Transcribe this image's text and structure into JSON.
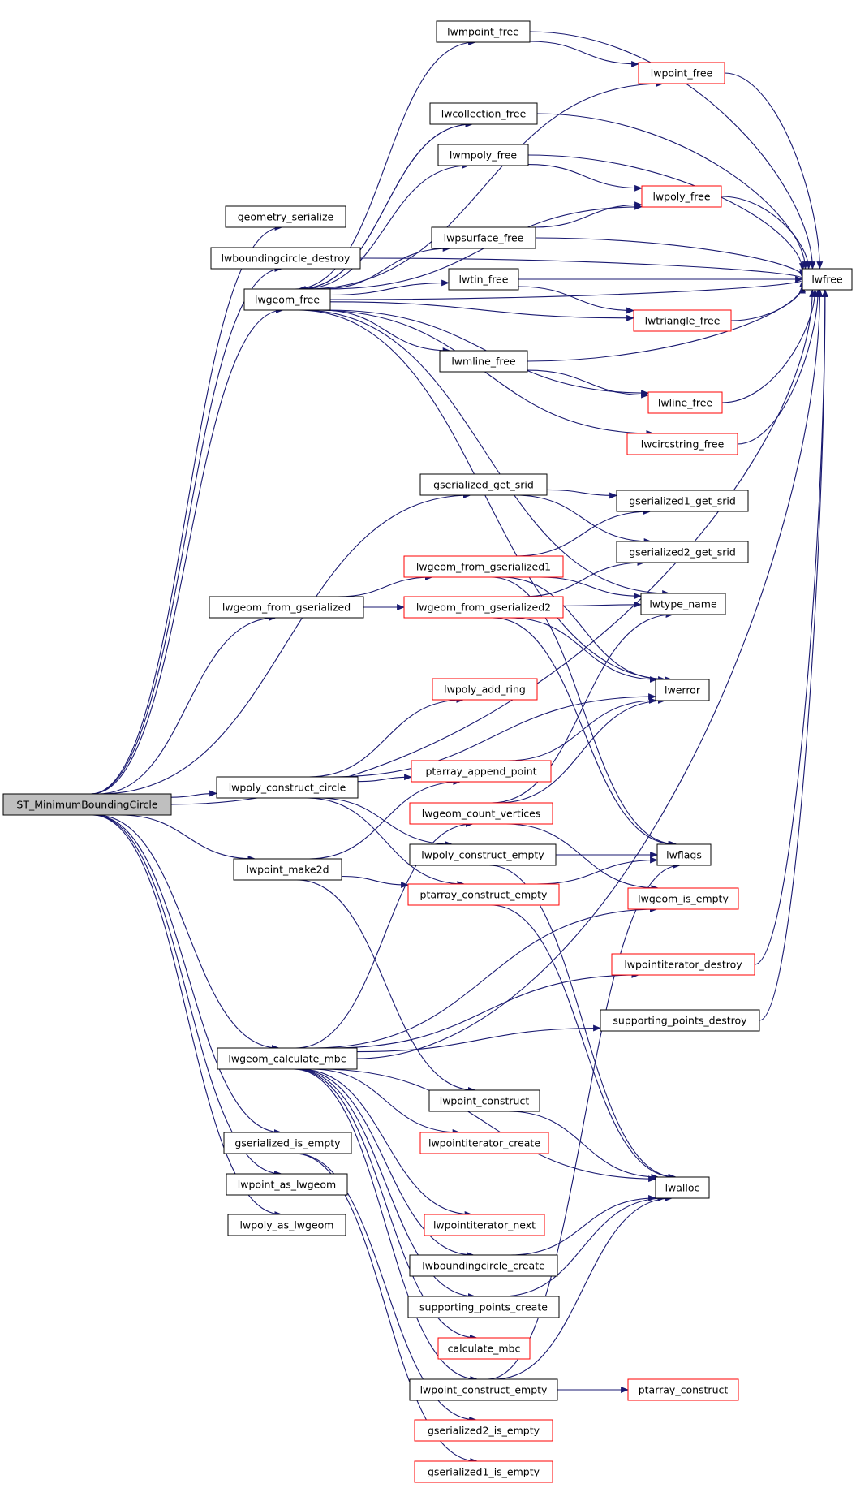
{
  "colors": {
    "edge": "#191970",
    "border_normal": "#000000",
    "border_truncated": "#ff0000",
    "root_fill": "#bfbfbf",
    "node_fill": "#ffffff"
  },
  "nodes": [
    {
      "id": "root",
      "label": "ST_MinimumBoundingCircle",
      "style": "root"
    },
    {
      "id": "geometry_serialize",
      "label": "geometry_serialize",
      "style": "normal"
    },
    {
      "id": "lwboundingcircle_destroy",
      "label": "lwboundingcircle_destroy",
      "style": "normal"
    },
    {
      "id": "lwgeom_free",
      "label": "lwgeom_free",
      "style": "normal"
    },
    {
      "id": "lwmpoint_free",
      "label": "lwmpoint_free",
      "style": "normal"
    },
    {
      "id": "lwpoint_free",
      "label": "lwpoint_free",
      "style": "truncated"
    },
    {
      "id": "lwcollection_free",
      "label": "lwcollection_free",
      "style": "normal"
    },
    {
      "id": "lwmpoly_free",
      "label": "lwmpoly_free",
      "style": "normal"
    },
    {
      "id": "lwpoly_free",
      "label": "lwpoly_free",
      "style": "truncated"
    },
    {
      "id": "lwpsurface_free",
      "label": "lwpsurface_free",
      "style": "normal"
    },
    {
      "id": "lwtin_free",
      "label": "lwtin_free",
      "style": "normal"
    },
    {
      "id": "lwfree",
      "label": "lwfree",
      "style": "normal"
    },
    {
      "id": "lwtriangle_free",
      "label": "lwtriangle_free",
      "style": "truncated"
    },
    {
      "id": "lwmline_free",
      "label": "lwmline_free",
      "style": "normal"
    },
    {
      "id": "lwline_free",
      "label": "lwline_free",
      "style": "truncated"
    },
    {
      "id": "lwcircstring_free",
      "label": "lwcircstring_free",
      "style": "truncated"
    },
    {
      "id": "gserialized_get_srid",
      "label": "gserialized_get_srid",
      "style": "normal"
    },
    {
      "id": "gserialized1_get_srid",
      "label": "gserialized1_get_srid",
      "style": "normal"
    },
    {
      "id": "gserialized2_get_srid",
      "label": "gserialized2_get_srid",
      "style": "normal"
    },
    {
      "id": "lwgeom_from_gserialized",
      "label": "lwgeom_from_gserialized",
      "style": "normal"
    },
    {
      "id": "lwgeom_from_gserialized1",
      "label": "lwgeom_from_gserialized1",
      "style": "truncated"
    },
    {
      "id": "lwgeom_from_gserialized2",
      "label": "lwgeom_from_gserialized2",
      "style": "truncated"
    },
    {
      "id": "lwtype_name",
      "label": "lwtype_name",
      "style": "normal"
    },
    {
      "id": "lwerror",
      "label": "lwerror",
      "style": "normal"
    },
    {
      "id": "lwpoly_add_ring",
      "label": "lwpoly_add_ring",
      "style": "truncated"
    },
    {
      "id": "lwpoly_construct_circle",
      "label": "lwpoly_construct_circle",
      "style": "normal"
    },
    {
      "id": "ptarray_append_point",
      "label": "ptarray_append_point",
      "style": "truncated"
    },
    {
      "id": "lwgeom_count_vertices",
      "label": "lwgeom_count_vertices",
      "style": "truncated"
    },
    {
      "id": "lwpoly_construct_empty",
      "label": "lwpoly_construct_empty",
      "style": "normal"
    },
    {
      "id": "lwflags",
      "label": "lwflags",
      "style": "normal"
    },
    {
      "id": "lwpoint_make2d",
      "label": "lwpoint_make2d",
      "style": "normal"
    },
    {
      "id": "ptarray_construct_empty",
      "label": "ptarray_construct_empty",
      "style": "truncated"
    },
    {
      "id": "lwgeom_is_empty",
      "label": "lwgeom_is_empty",
      "style": "truncated"
    },
    {
      "id": "lwpointiterator_destroy",
      "label": "lwpointiterator_destroy",
      "style": "truncated"
    },
    {
      "id": "supporting_points_destroy",
      "label": "supporting_points_destroy",
      "style": "normal"
    },
    {
      "id": "lwgeom_calculate_mbc",
      "label": "lwgeom_calculate_mbc",
      "style": "normal"
    },
    {
      "id": "lwpoint_construct",
      "label": "lwpoint_construct",
      "style": "normal"
    },
    {
      "id": "lwpointiterator_create",
      "label": "lwpointiterator_create",
      "style": "truncated"
    },
    {
      "id": "gserialized_is_empty",
      "label": "gserialized_is_empty",
      "style": "normal"
    },
    {
      "id": "lwalloc",
      "label": "lwalloc",
      "style": "normal"
    },
    {
      "id": "lwpoint_as_lwgeom",
      "label": "lwpoint_as_lwgeom",
      "style": "normal"
    },
    {
      "id": "lwpointiterator_next",
      "label": "lwpointiterator_next",
      "style": "truncated"
    },
    {
      "id": "lwpoly_as_lwgeom",
      "label": "lwpoly_as_lwgeom",
      "style": "normal"
    },
    {
      "id": "lwboundingcircle_create",
      "label": "lwboundingcircle_create",
      "style": "normal"
    },
    {
      "id": "supporting_points_create",
      "label": "supporting_points_create",
      "style": "normal"
    },
    {
      "id": "calculate_mbc",
      "label": "calculate_mbc",
      "style": "truncated"
    },
    {
      "id": "lwpoint_construct_empty",
      "label": "lwpoint_construct_empty",
      "style": "normal"
    },
    {
      "id": "ptarray_construct",
      "label": "ptarray_construct",
      "style": "truncated"
    },
    {
      "id": "gserialized2_is_empty",
      "label": "gserialized2_is_empty",
      "style": "truncated"
    },
    {
      "id": "gserialized1_is_empty",
      "label": "gserialized1_is_empty",
      "style": "truncated"
    }
  ],
  "edges": [
    [
      "root",
      "geometry_serialize"
    ],
    [
      "root",
      "lwboundingcircle_destroy"
    ],
    [
      "root",
      "lwgeom_free"
    ],
    [
      "root",
      "gserialized_get_srid"
    ],
    [
      "root",
      "lwgeom_from_gserialized"
    ],
    [
      "root",
      "lwpoly_construct_circle"
    ],
    [
      "root",
      "lwpoint_make2d"
    ],
    [
      "root",
      "lwgeom_calculate_mbc"
    ],
    [
      "root",
      "gserialized_is_empty"
    ],
    [
      "root",
      "lwpoint_as_lwgeom"
    ],
    [
      "root",
      "lwpoly_as_lwgeom"
    ],
    [
      "root",
      "lwfree"
    ],
    [
      "lwboundingcircle_destroy",
      "lwfree"
    ],
    [
      "lwgeom_free",
      "lwmpoint_free"
    ],
    [
      "lwgeom_free",
      "lwpoint_free"
    ],
    [
      "lwgeom_free",
      "lwcollection_free"
    ],
    [
      "lwgeom_free",
      "lwmpoly_free"
    ],
    [
      "lwgeom_free",
      "lwpoly_free"
    ],
    [
      "lwgeom_free",
      "lwpsurface_free"
    ],
    [
      "lwgeom_free",
      "lwtin_free"
    ],
    [
      "lwgeom_free",
      "lwtriangle_free"
    ],
    [
      "lwgeom_free",
      "lwmline_free"
    ],
    [
      "lwgeom_free",
      "lwline_free"
    ],
    [
      "lwgeom_free",
      "lwcircstring_free"
    ],
    [
      "lwgeom_free",
      "lwtype_name"
    ],
    [
      "lwgeom_free",
      "lwerror"
    ],
    [
      "lwgeom_free",
      "lwfree"
    ],
    [
      "lwmpoint_free",
      "lwpoint_free"
    ],
    [
      "lwmpoint_free",
      "lwfree"
    ],
    [
      "lwpoint_free",
      "lwfree"
    ],
    [
      "lwcollection_free",
      "lwgeom_free"
    ],
    [
      "lwcollection_free",
      "lwfree"
    ],
    [
      "lwmpoly_free",
      "lwpoly_free"
    ],
    [
      "lwmpoly_free",
      "lwfree"
    ],
    [
      "lwpoly_free",
      "lwfree"
    ],
    [
      "lwpsurface_free",
      "lwpoly_free"
    ],
    [
      "lwpsurface_free",
      "lwfree"
    ],
    [
      "lwtin_free",
      "lwtriangle_free"
    ],
    [
      "lwtin_free",
      "lwfree"
    ],
    [
      "lwtriangle_free",
      "lwfree"
    ],
    [
      "lwmline_free",
      "lwline_free"
    ],
    [
      "lwmline_free",
      "lwfree"
    ],
    [
      "lwline_free",
      "lwfree"
    ],
    [
      "lwcircstring_free",
      "lwfree"
    ],
    [
      "gserialized_get_srid",
      "gserialized1_get_srid"
    ],
    [
      "gserialized_get_srid",
      "gserialized2_get_srid"
    ],
    [
      "lwgeom_from_gserialized",
      "lwgeom_from_gserialized1"
    ],
    [
      "lwgeom_from_gserialized",
      "lwgeom_from_gserialized2"
    ],
    [
      "lwgeom_from_gserialized1",
      "gserialized1_get_srid"
    ],
    [
      "lwgeom_from_gserialized1",
      "lwtype_name"
    ],
    [
      "lwgeom_from_gserialized1",
      "lwerror"
    ],
    [
      "lwgeom_from_gserialized1",
      "lwflags"
    ],
    [
      "lwgeom_from_gserialized2",
      "gserialized2_get_srid"
    ],
    [
      "lwgeom_from_gserialized2",
      "lwtype_name"
    ],
    [
      "lwgeom_from_gserialized2",
      "lwerror"
    ],
    [
      "lwgeom_from_gserialized2",
      "lwflags"
    ],
    [
      "lwpoly_construct_circle",
      "lwpoly_add_ring"
    ],
    [
      "lwpoly_construct_circle",
      "lwerror"
    ],
    [
      "lwpoly_construct_circle",
      "ptarray_append_point"
    ],
    [
      "lwpoly_construct_circle",
      "lwpoly_construct_empty"
    ],
    [
      "lwpoly_construct_circle",
      "ptarray_construct_empty"
    ],
    [
      "ptarray_append_point",
      "lwerror"
    ],
    [
      "lwgeom_count_vertices",
      "lwtype_name"
    ],
    [
      "lwgeom_count_vertices",
      "lwerror"
    ],
    [
      "lwgeom_count_vertices",
      "lwgeom_is_empty"
    ],
    [
      "lwpoly_construct_empty",
      "lwflags"
    ],
    [
      "lwpoly_construct_empty",
      "lwalloc"
    ],
    [
      "lwpoint_make2d",
      "ptarray_append_point"
    ],
    [
      "lwpoint_make2d",
      "ptarray_construct_empty"
    ],
    [
      "lwpoint_make2d",
      "lwpoint_construct"
    ],
    [
      "ptarray_construct_empty",
      "lwflags"
    ],
    [
      "ptarray_construct_empty",
      "lwalloc"
    ],
    [
      "lwpointiterator_destroy",
      "lwfree"
    ],
    [
      "supporting_points_destroy",
      "lwfree"
    ],
    [
      "lwgeom_calculate_mbc",
      "lwgeom_count_vertices"
    ],
    [
      "lwgeom_calculate_mbc",
      "lwgeom_is_empty"
    ],
    [
      "lwgeom_calculate_mbc",
      "lwpointiterator_destroy"
    ],
    [
      "lwgeom_calculate_mbc",
      "supporting_points_destroy"
    ],
    [
      "lwgeom_calculate_mbc",
      "lwfree"
    ],
    [
      "lwgeom_calculate_mbc",
      "lwpointiterator_create"
    ],
    [
      "lwgeom_calculate_mbc",
      "lwalloc"
    ],
    [
      "lwgeom_calculate_mbc",
      "lwpointiterator_next"
    ],
    [
      "lwgeom_calculate_mbc",
      "lwboundingcircle_create"
    ],
    [
      "lwgeom_calculate_mbc",
      "supporting_points_create"
    ],
    [
      "lwgeom_calculate_mbc",
      "calculate_mbc"
    ],
    [
      "lwgeom_calculate_mbc",
      "lwpoint_construct_empty"
    ],
    [
      "lwpoint_construct",
      "lwalloc"
    ],
    [
      "gserialized_is_empty",
      "gserialized2_is_empty"
    ],
    [
      "gserialized_is_empty",
      "gserialized1_is_empty"
    ],
    [
      "lwboundingcircle_create",
      "lwalloc"
    ],
    [
      "supporting_points_create",
      "lwalloc"
    ],
    [
      "lwpoint_construct_empty",
      "lwalloc"
    ],
    [
      "lwpoint_construct_empty",
      "ptarray_construct"
    ],
    [
      "lwpoint_construct_empty",
      "lwflags"
    ]
  ]
}
